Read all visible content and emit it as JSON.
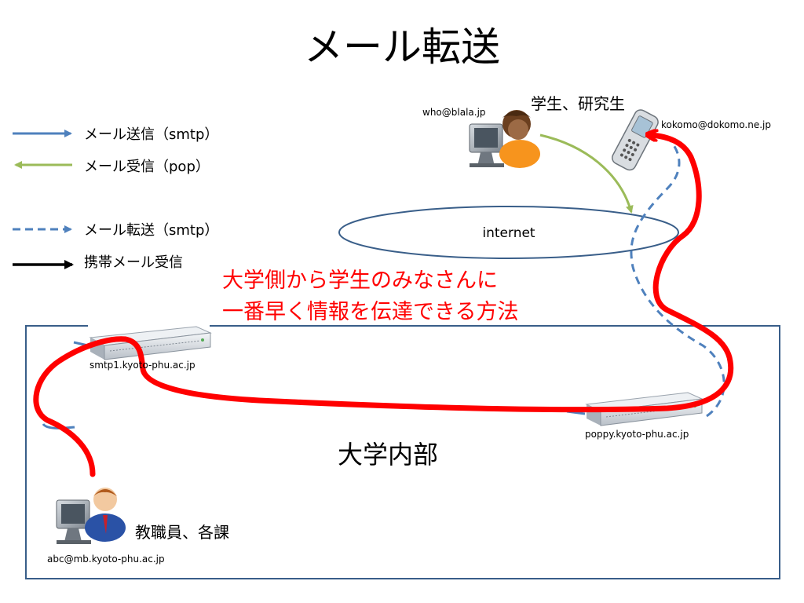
{
  "title": "メール転送",
  "legend": {
    "smtp_send": "メール送信（smtp）",
    "pop_receive": "メール受信（pop）",
    "forward": "メール転送（smtp）",
    "mobile_receive": "携帯メール受信"
  },
  "student": {
    "role": "学生、研究生",
    "email": "who@blala.jp"
  },
  "mobile": {
    "email": "kokomo@dokomo.ne.jp"
  },
  "network": {
    "cloud": "internet"
  },
  "message": {
    "line1": "大学側から学生のみなさんに",
    "line2": "一番早く情報を伝達できる方法"
  },
  "campus": {
    "label": "大学内部",
    "smtp_server": "smtp1.kyoto-phu.ac.jp",
    "pop_server": "poppy.kyoto-phu.ac.jp"
  },
  "staff": {
    "role": "教職員、各課",
    "email": "abc@mb.kyoto-phu.ac.jp"
  },
  "colors": {
    "smtp": "#4f81bd",
    "pop": "#9bbb59",
    "highlight": "#ff0000",
    "campus_border": "#395e89"
  }
}
